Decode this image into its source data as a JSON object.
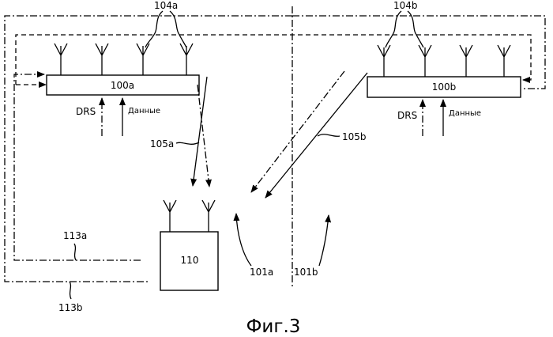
{
  "blocks": {
    "bs_a": "100a",
    "bs_b": "100b",
    "ue": "110"
  },
  "labels": {
    "antennas_a": "104a",
    "antennas_b": "104b",
    "link_a": "105a",
    "link_b": "105b",
    "cell_a": "101a",
    "cell_b": "101b",
    "feedback_a": "113a",
    "feedback_b": "113b",
    "drs_a": "DRS",
    "data_a": "Данные",
    "drs_b": "DRS",
    "data_b": "Данные"
  },
  "caption": "Фиг.3"
}
